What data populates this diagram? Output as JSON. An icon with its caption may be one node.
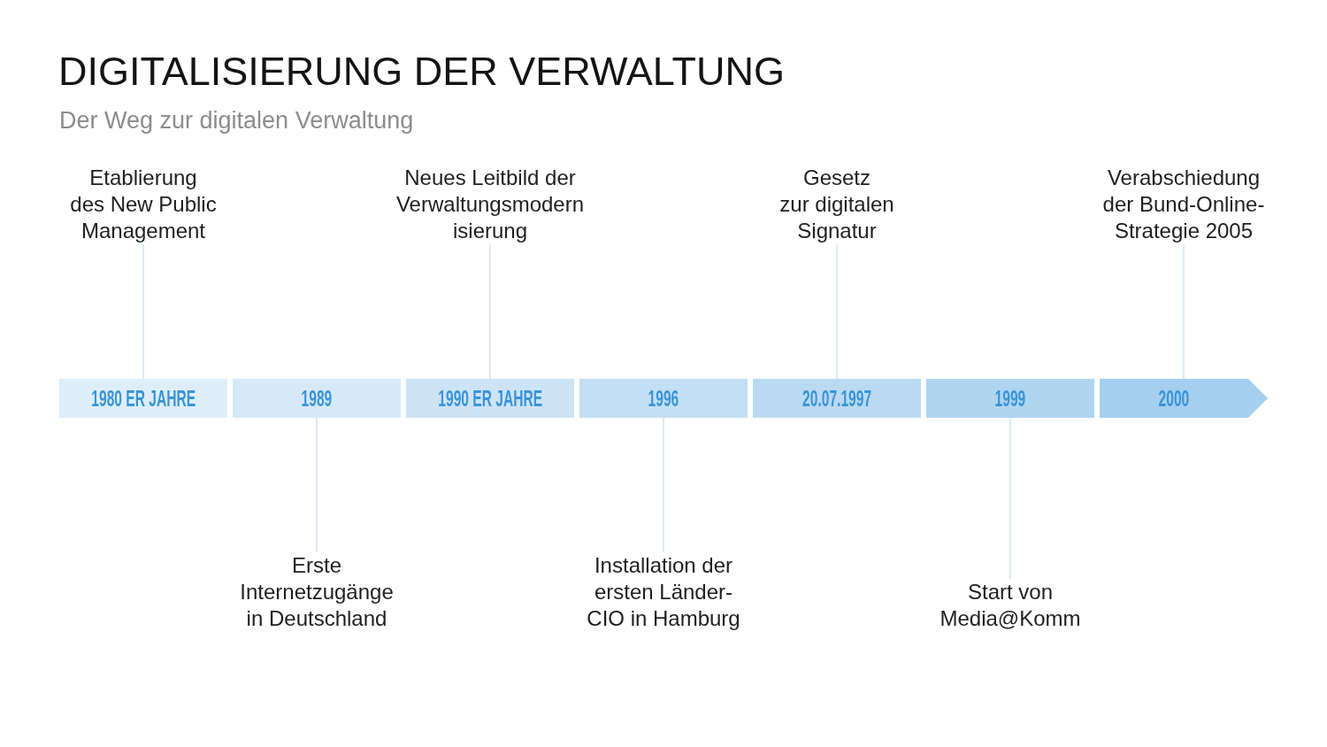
{
  "diagram": {
    "title": "DIGITALISIERUNG DER VERWALTUNG",
    "nodes": [
      {
        "text": [
          "Etablierung des New Public Management"
        ]
      },
      {
        "text": [
          "Neues Leitbild der Verwaltungsmodern isierung"
        ]
      },
      {
        "text": [
          "Gesetz zur digitalen Signatur"
        ]
      },
      {
        "text": [
          "Verabschiedung der Bund-Online- Strategie 2005"
        ]
      },
      {
        "text": [
          "1980 ER JAHRE"
        ]
      },
      {
        "text": [
          "1989"
        ]
      },
      {
        "text": [
          "1990 ER JAHRE"
        ]
      },
      {
        "text": [
          "1996"
        ]
      },
      {
        "text": [
          "20.07.1997"
        ]
      },
      {
        "text": [
          "1999"
        ]
      },
      {
        "text": [
          "2000"
        ]
      },
      {
        "text": [
          "Erste Internetzugänge in Deutschland"
        ]
      },
      {
        "text": [
          "Installation der ersten Länder- CIO in Hamburg"
        ]
      },
      {
        "text": [
          "Start von Media@Komm"
        ]
      }
    ],
    "edges": [
      {
        "from": 0,
        "to": 4,
        "arrow": "none"
      },
      {
        "from": 11,
        "to": 5,
        "arrow": "none"
      },
      {
        "from": 1,
        "to": 6,
        "arrow": "none"
      },
      {
        "from": 12,
        "to": 7,
        "arrow": "none"
      },
      {
        "from": 2,
        "to": 8,
        "arrow": "none"
      },
      {
        "from": 13,
        "to": 9,
        "arrow": "none"
      },
      {
        "from": 3,
        "to": 10,
        "arrow": "none"
      }
    ],
    "labels": [
      "Der Weg zur digitalen Verwaltung"
    ]
  }
}
